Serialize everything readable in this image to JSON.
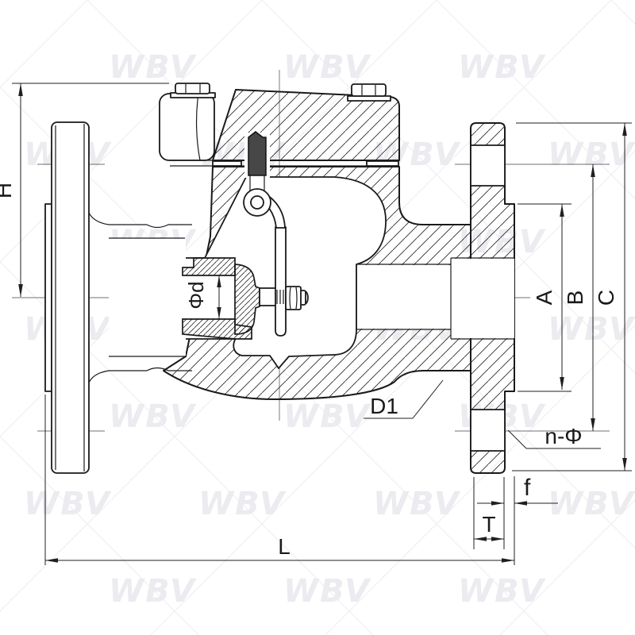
{
  "watermark": {
    "text": "WBV"
  },
  "dimension_labels": {
    "H": "H",
    "phi_d": "Φd",
    "A": "A",
    "B": "B",
    "C": "C",
    "D1": "D1",
    "n_phi": "n-Φ",
    "f": "f",
    "T": "T",
    "L": "L"
  },
  "colors": {
    "background": "#ffffff",
    "line": "#1a1a1a",
    "centerline": "#707070",
    "hinge_pin_fill": "#474747",
    "watermark": "#ebebf0"
  }
}
